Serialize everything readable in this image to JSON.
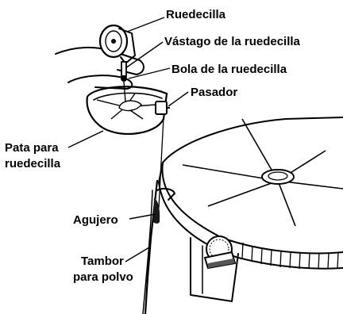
{
  "labels": {
    "caster": "Ruedecilla",
    "caster_stem": "Vástago de la ruedecilla",
    "caster_ball": "Bola de la ruedecilla",
    "pin": "Pasador",
    "caster_leg_line1": "Pata para",
    "caster_leg_line2": "ruedecilla",
    "hole": "Agujero",
    "dust_drum_line1": "Tambor",
    "dust_drum_line2": "para polvo"
  }
}
